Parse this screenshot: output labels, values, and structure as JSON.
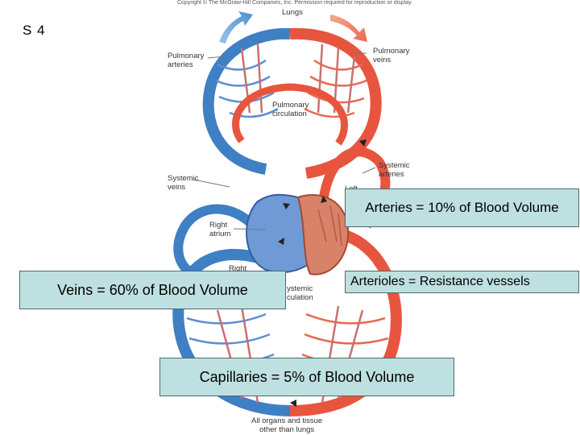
{
  "slide": {
    "number": "S 4"
  },
  "copyright": "Copyright © The McGraw-Hill Companies, Inc. Permission required for reproduction or display.",
  "diagram_labels": {
    "lungs": "Lungs",
    "pulmonary_arteries": [
      "Pulmonary",
      "arteries"
    ],
    "pulmonary_veins": [
      "Pulmonary",
      "veins"
    ],
    "pulmonary_circulation": [
      "Pulmonary",
      "circulation"
    ],
    "systemic_arteries": [
      "Systemic",
      "arteries"
    ],
    "systemic_veins": [
      "Systemic",
      "veins"
    ],
    "right_atrium": [
      "Right",
      "atrium"
    ],
    "right_partial": "Right",
    "left_partial": "Left",
    "systemic_circulation_partial": [
      "ystemic",
      "culation"
    ],
    "organs": [
      "All organs and tissue",
      "other than lungs"
    ]
  },
  "callouts": {
    "arteries": "Arteries = 10% of Blood Volume",
    "veins": "Veins = 60% of Blood Volume",
    "arterioles": "Arterioles = Resistance vessels",
    "capillaries": "Capillaries = 5% of Blood Volume"
  },
  "colors": {
    "artery": "#e8553f",
    "vein": "#3f7fc4",
    "callout_bg": "#bfe0e0",
    "heart": "#d9826a"
  }
}
